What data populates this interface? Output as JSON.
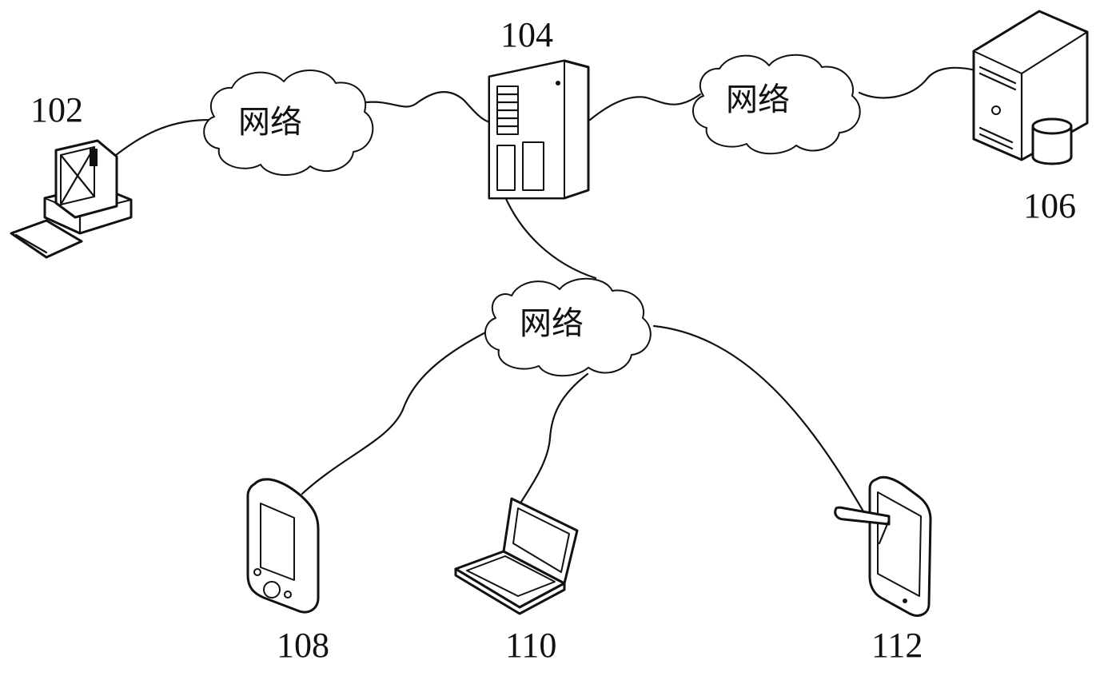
{
  "nodes": {
    "desktop": {
      "label": "102",
      "icon": "desktop-computer-icon"
    },
    "server_main": {
      "label": "104",
      "icon": "server-tower-icon"
    },
    "server_db": {
      "label": "106",
      "icon": "database-server-icon"
    },
    "phone": {
      "label": "108",
      "icon": "smartphone-icon"
    },
    "laptop": {
      "label": "110",
      "icon": "laptop-icon"
    },
    "tablet": {
      "label": "112",
      "icon": "tablet-icon"
    }
  },
  "clouds": {
    "left": {
      "label": "网络"
    },
    "right": {
      "label": "网络"
    },
    "bottom": {
      "label": "网络"
    }
  },
  "colors": {
    "stroke": "#111111",
    "background": "#ffffff"
  }
}
